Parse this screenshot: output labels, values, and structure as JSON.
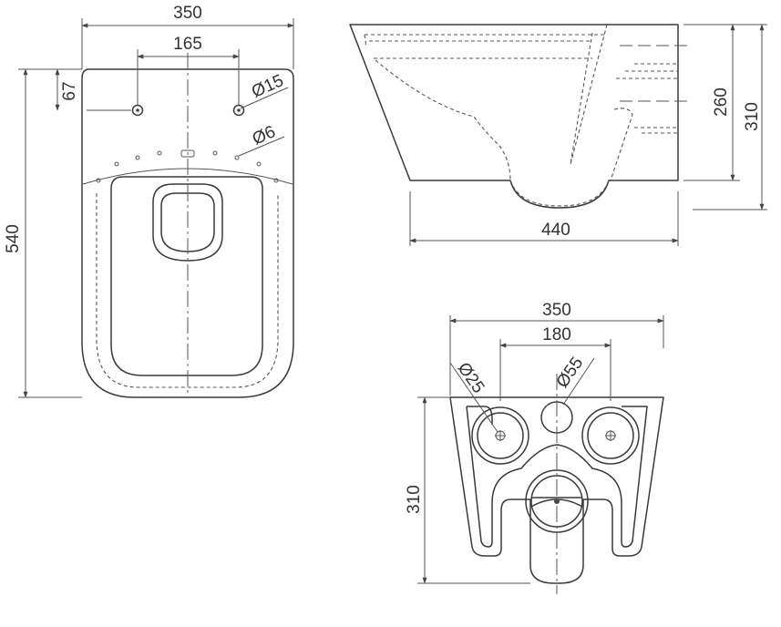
{
  "top_view": {
    "width": "350",
    "hole_spacing": "165",
    "hole_offset": "67",
    "length": "540",
    "hole_dia": "Ø15",
    "small_hole_dia": "Ø6"
  },
  "side_view": {
    "depth": "440",
    "height_inner": "260",
    "height_total": "310"
  },
  "back_view": {
    "width": "350",
    "spacing": "180",
    "bolt_dia": "Ø25",
    "pipe_dia": "Ø55",
    "height": "310"
  },
  "colors": {
    "line": "#3a3a3a",
    "text": "#333333"
  }
}
